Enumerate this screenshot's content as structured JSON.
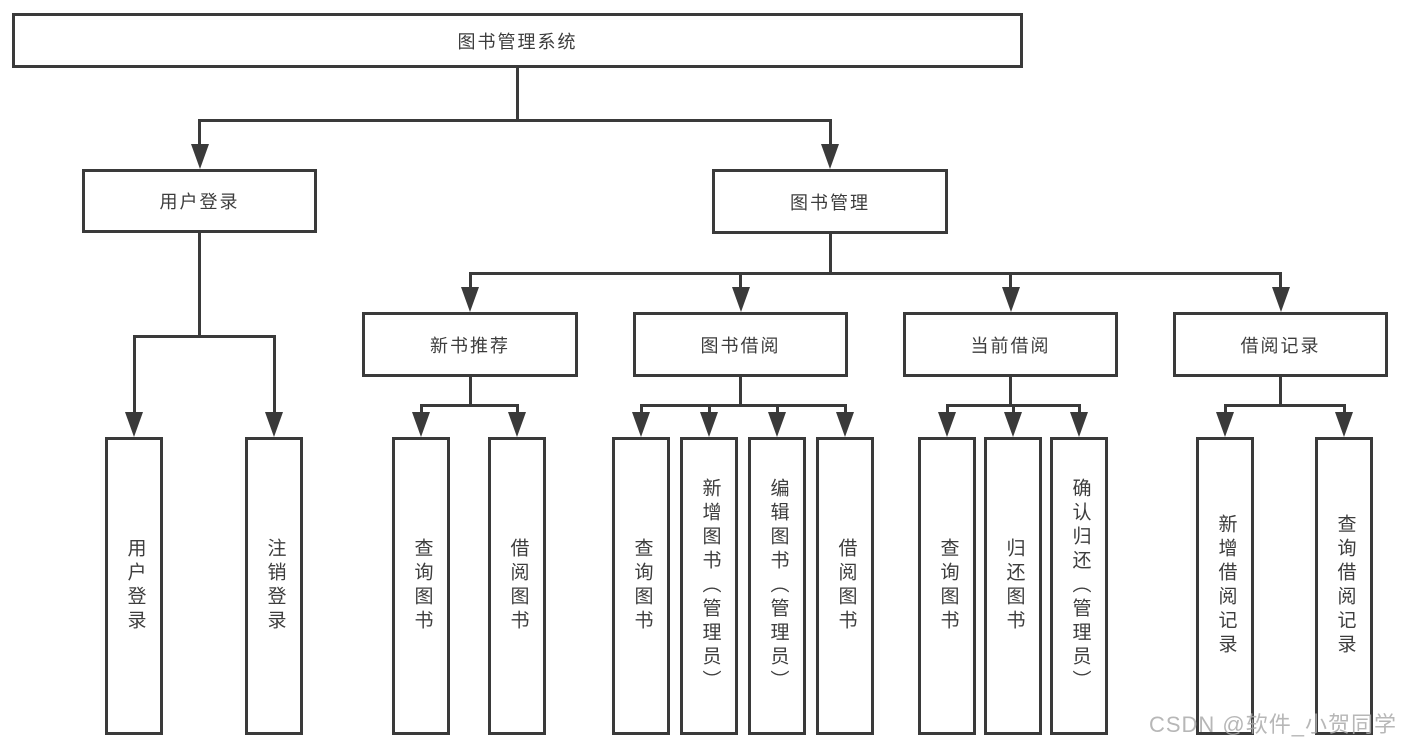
{
  "diagram": {
    "tree": {
      "id": "root",
      "label": "图书管理系统",
      "children": [
        {
          "id": "user-login",
          "label": "用户登录",
          "children": [
            {
              "id": "leaf-user-login",
              "label": "用户登录"
            },
            {
              "id": "leaf-logout",
              "label": "注销登录"
            }
          ]
        },
        {
          "id": "book-mgmt",
          "label": "图书管理",
          "children": [
            {
              "id": "new-books",
              "label": "新书推荐",
              "children": [
                {
                  "id": "leaf-nb-query",
                  "label": "查询图书"
                },
                {
                  "id": "leaf-nb-borrow",
                  "label": "借阅图书"
                }
              ]
            },
            {
              "id": "book-borrow",
              "label": "图书借阅",
              "children": [
                {
                  "id": "leaf-bb-query",
                  "label": "查询图书"
                },
                {
                  "id": "leaf-bb-add",
                  "label": "新增图书（管理员）"
                },
                {
                  "id": "leaf-bb-edit",
                  "label": "编辑图书（管理员）"
                },
                {
                  "id": "leaf-bb-borrow",
                  "label": "借阅图书"
                }
              ]
            },
            {
              "id": "current-borrow",
              "label": "当前借阅",
              "children": [
                {
                  "id": "leaf-cb-query",
                  "label": "查询图书"
                },
                {
                  "id": "leaf-cb-return",
                  "label": "归还图书"
                },
                {
                  "id": "leaf-cb-confirm",
                  "label": "确认归还（管理员）"
                }
              ]
            },
            {
              "id": "borrow-records",
              "label": "借阅记录",
              "children": [
                {
                  "id": "leaf-br-add",
                  "label": "新增借阅记录"
                },
                {
                  "id": "leaf-br-query",
                  "label": "查询借阅记录"
                }
              ]
            }
          ]
        }
      ]
    }
  },
  "watermark": {
    "text": "CSDN @软件_小贺同学"
  },
  "colors": {
    "line": "#3a3a3a",
    "text": "#3d3d3d",
    "watermark": "#ababab",
    "background": "#ffffff"
  }
}
